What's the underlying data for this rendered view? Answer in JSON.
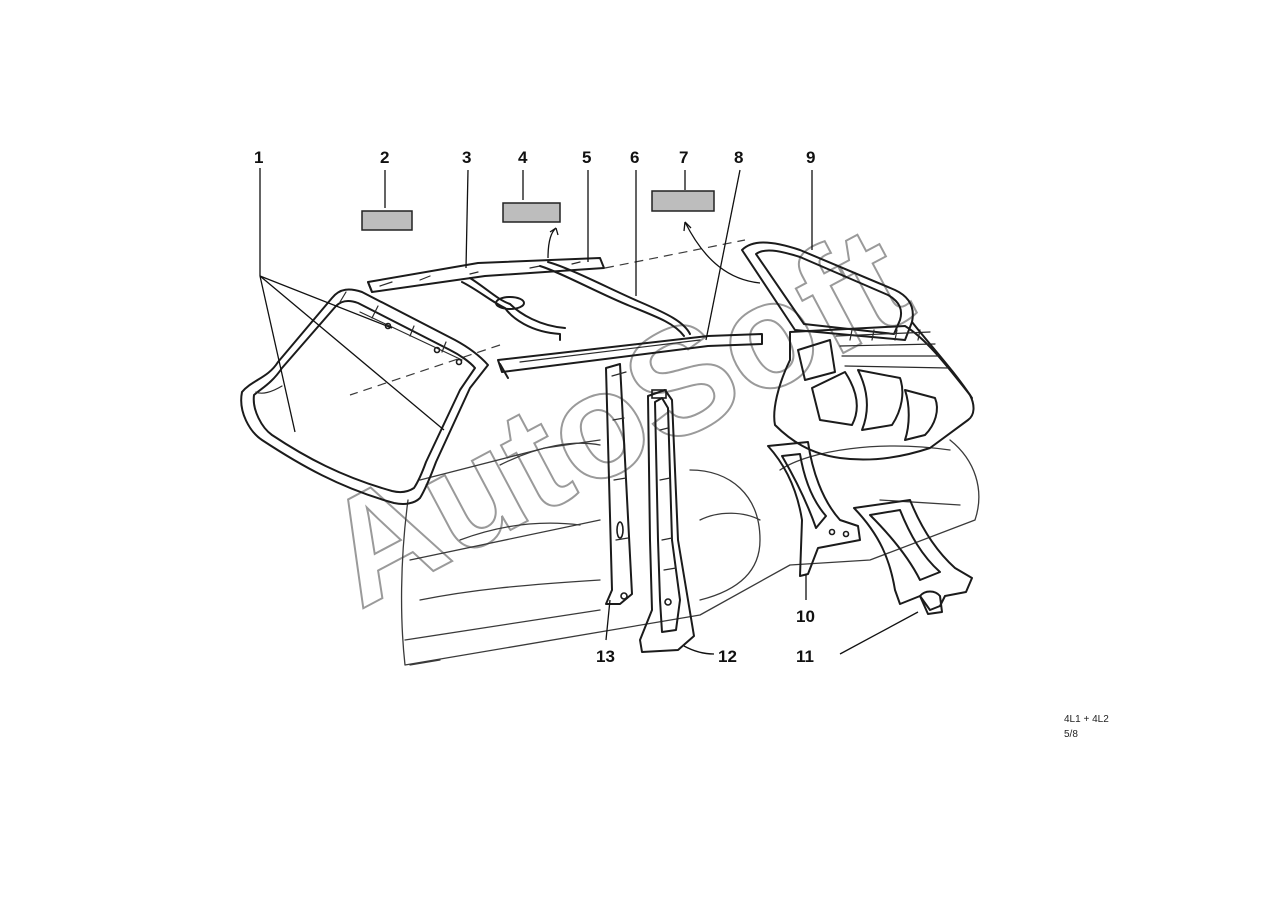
{
  "diagram": {
    "callouts": [
      "1",
      "2",
      "3",
      "4",
      "5",
      "6",
      "7",
      "8",
      "9",
      "10",
      "11",
      "12",
      "13"
    ],
    "ref_code": "4L1 + 4L2",
    "page": "5/8",
    "watermark": "AutoSoft"
  },
  "colors": {
    "ink": "#1b1b1b",
    "watermark": "#9a9a9a",
    "pad_fill": "#bdbdbd"
  }
}
